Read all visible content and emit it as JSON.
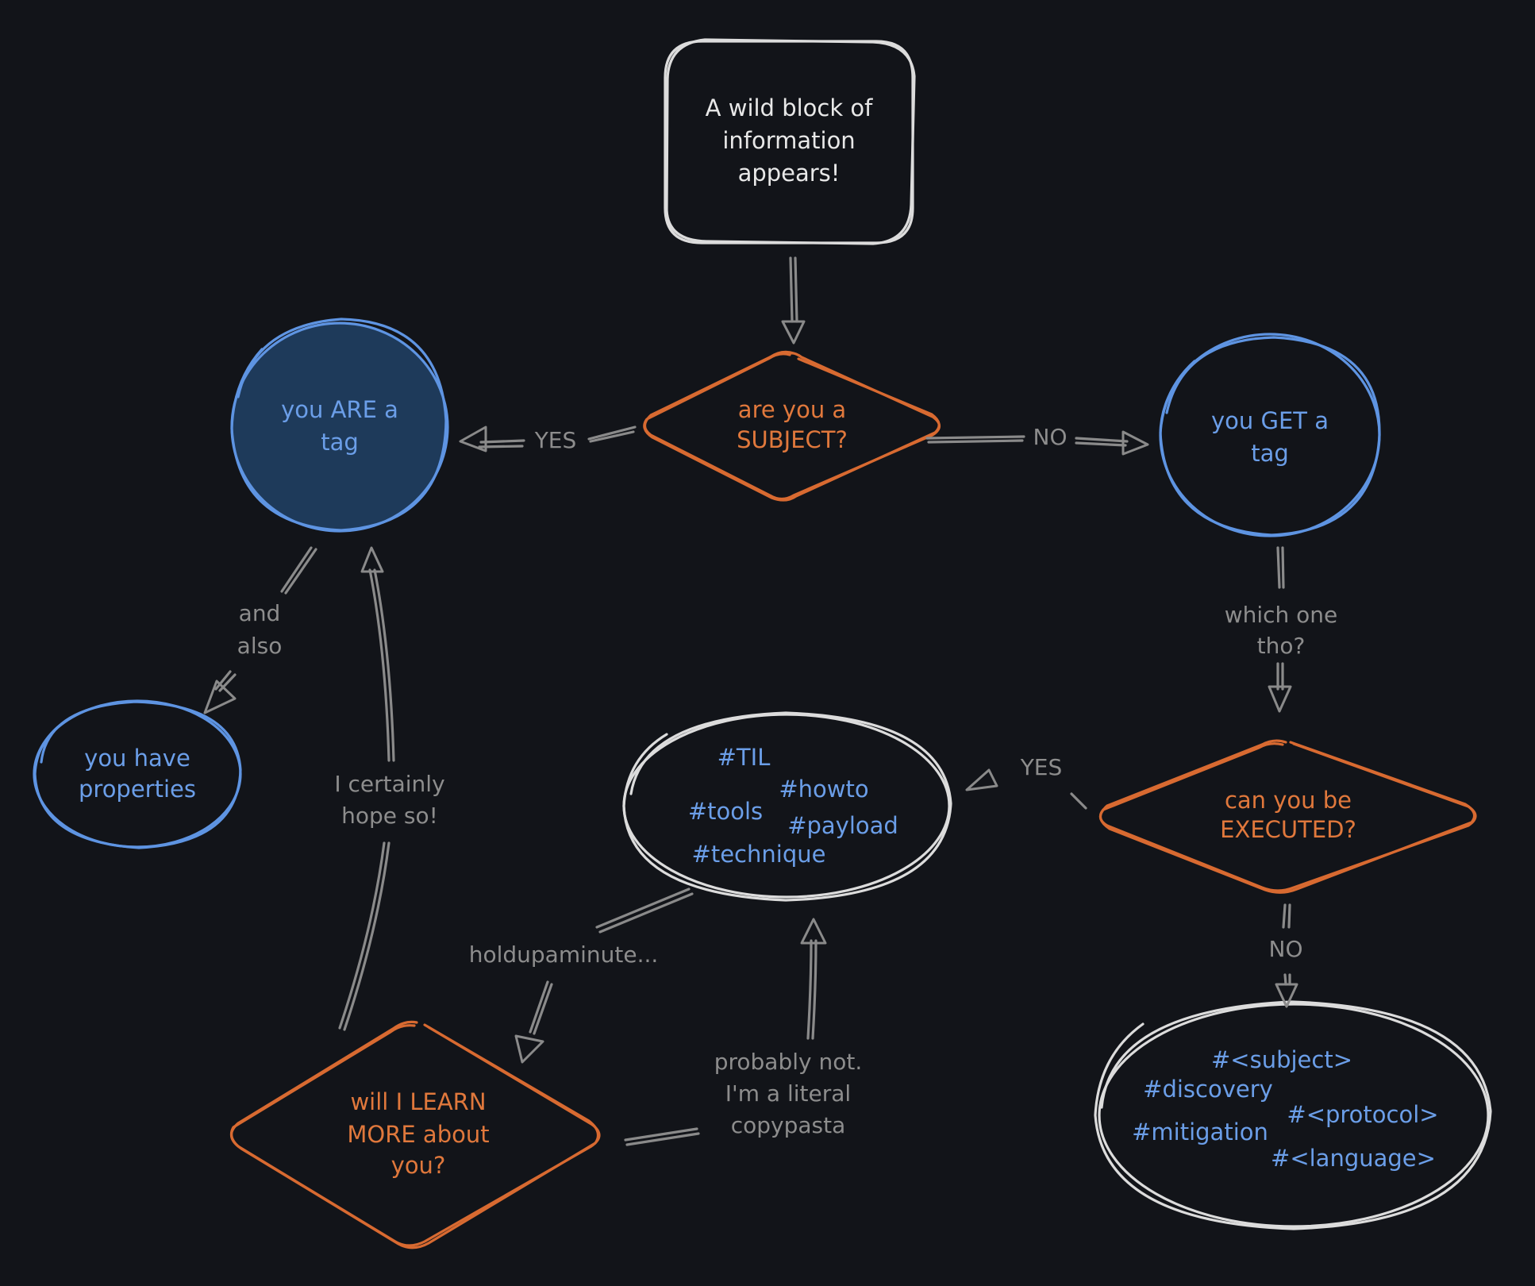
{
  "nodes": {
    "start": {
      "lines": [
        "A wild block of",
        "information",
        "appears!"
      ]
    },
    "subject_q": {
      "lines": [
        "are you a",
        "SUBJECT?"
      ]
    },
    "are_tag": {
      "lines": [
        "you ARE a",
        "tag"
      ]
    },
    "get_tag": {
      "lines": [
        "you GET a",
        "tag"
      ]
    },
    "properties": {
      "lines": [
        "you have",
        "properties"
      ]
    },
    "executed_q": {
      "lines": [
        "can you be",
        "EXECUTED?"
      ]
    },
    "til_tags": {
      "items": [
        "#TIL",
        "#howto",
        "#tools",
        "#payload",
        "#technique"
      ]
    },
    "subject_tags": {
      "items": [
        "#<subject>",
        "#discovery",
        "#<protocol>",
        "#mitigation",
        "#<language>"
      ]
    },
    "learn_q": {
      "lines": [
        "will I LEARN",
        "MORE about",
        "you?"
      ]
    }
  },
  "edges": {
    "yes_left": "YES",
    "no_right": "NO",
    "and_also": [
      "and",
      "also"
    ],
    "which_one": [
      "which one",
      "tho?"
    ],
    "yes_exec": "YES",
    "no_exec": "NO",
    "holdup": "holdupaminute...",
    "hope": [
      "I certainly",
      "hope so!"
    ],
    "probably": [
      "probably not.",
      "I'm a literal",
      "copypasta"
    ]
  },
  "colors": {
    "background": "#121419",
    "white": "#dcdcdc",
    "orange": "#d86a31",
    "blue": "#5e94e2",
    "blue_fill": "#1e3a5a",
    "edge": "#8a8a8a"
  }
}
